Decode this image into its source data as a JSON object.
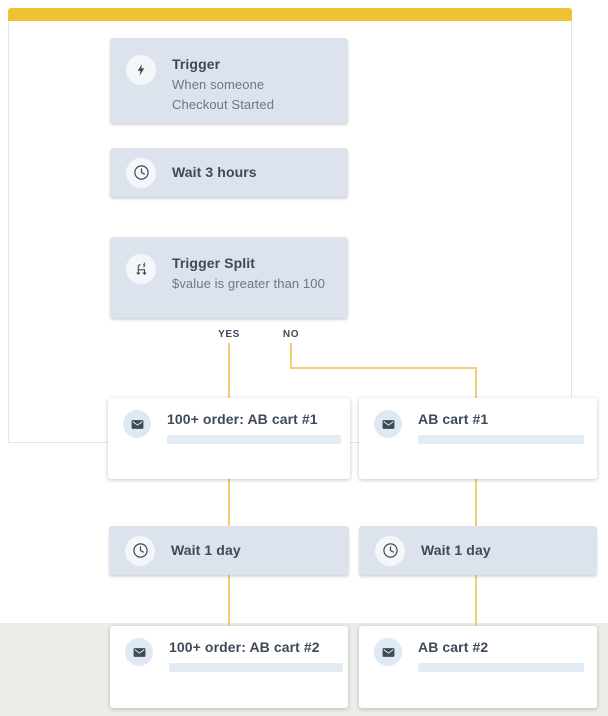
{
  "window": {
    "background": "#FFFFFF",
    "footer_background": "#ECECE9"
  },
  "header_bar": {
    "color": "#F0C233"
  },
  "flow": {
    "connector": {
      "color": "#F3CF74",
      "yes_label": "YES",
      "no_label": "NO"
    },
    "colors": {
      "node_background": "#DCE3EC",
      "node_icon_circle": "#F4F7F9",
      "card_background": "#FFFFFF",
      "card_icon_circle": "#DFE9F4",
      "title_text": "#3E4A57",
      "subtitle_text": "#6C7884",
      "placeholder_bar": "#E3EBF5",
      "container_border": "#E5E5E5"
    },
    "nodes": {
      "trigger": {
        "icon": "lightning-icon",
        "title": "Trigger",
        "subtitle": "When someone Checkout Started"
      },
      "wait_3_hours": {
        "icon": "clock-icon",
        "title": "Wait 3 hours"
      },
      "trigger_split": {
        "icon": "split-icon",
        "title": "Trigger Split",
        "subtitle": "$value is greater than 100"
      },
      "email_yes_1": {
        "icon": "email-icon",
        "title": "100+ order: AB cart #1"
      },
      "email_no_1": {
        "icon": "email-icon",
        "title": "AB cart #1"
      },
      "wait_yes": {
        "icon": "clock-icon",
        "title": "Wait 1 day"
      },
      "wait_no": {
        "icon": "clock-icon",
        "title": "Wait 1 day"
      },
      "email_yes_2": {
        "icon": "email-icon",
        "title": "100+ order: AB cart #2"
      },
      "email_no_2": {
        "icon": "email-icon",
        "title": "AB cart #2"
      }
    }
  }
}
